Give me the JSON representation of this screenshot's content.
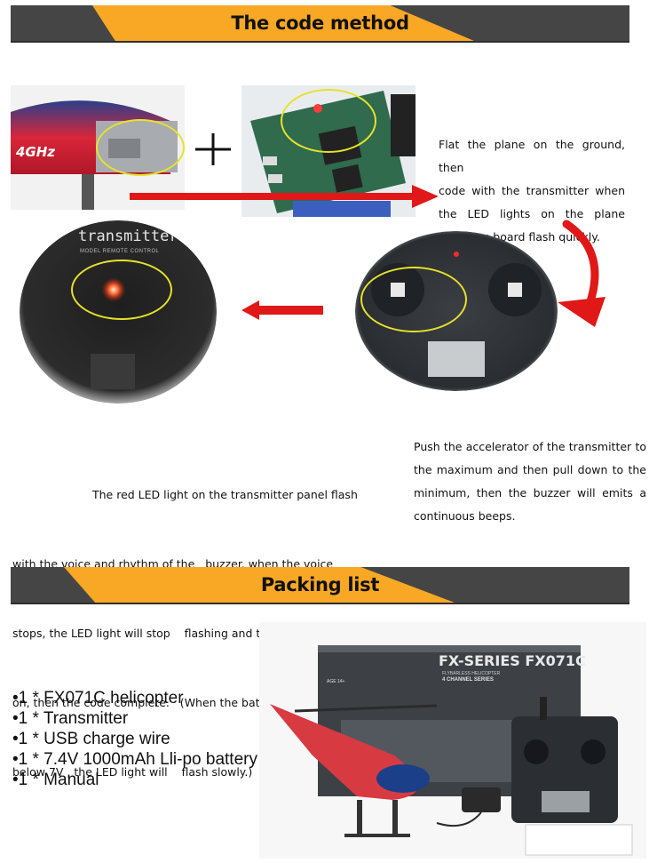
{
  "sections": {
    "code_method_title": "The code method",
    "packing_title": "Packing list"
  },
  "photo_labels": {
    "frequency": "4GHz",
    "transmitter_word": "transmitter",
    "transmitter_sub": "MODEL REMOTE CONTROL",
    "box_series": "FX-SERIES FX071C",
    "box_sub1": "FLYBARLESS HELICOPTER",
    "box_sub2": "4 CHANNEL SERIES",
    "box_age": "AGE 14+"
  },
  "steps": {
    "step1_lines": [
      "Flat the plane on the ground, then",
      "code with the transmitter when",
      "the LED lights on the plane",
      "receiving board flash quickly."
    ],
    "step2_lines": [
      "Push the accelerator of the transmitter to",
      "the maximum and then pull down to the",
      "minimum, then the buzzer will emits a",
      "continuous beeps."
    ],
    "step3_lines": [
      "The red LED light on the transmitter panel flash",
      "with the voice and rhythm of the   buzzer. when the voice",
      "stops, the LED light will stop    flashing and turn into normally",
      "on, then the code complete.   (When the battery voltage is",
      "below 7V , the LED light will    flash slowly.)"
    ]
  },
  "packing_list": [
    "•1 * FX071C helicopter",
    "•1 * Transmitter",
    "•1 * USB charge wire",
    "•1 * 7.4V 1000mAh Lli-po battery",
    "•1 * Manual"
  ],
  "colors": {
    "bar_dark": "#454545",
    "bar_orange": "#f9a825",
    "arrow_red": "#e01818",
    "highlight_yellow": "#e6e22a"
  }
}
